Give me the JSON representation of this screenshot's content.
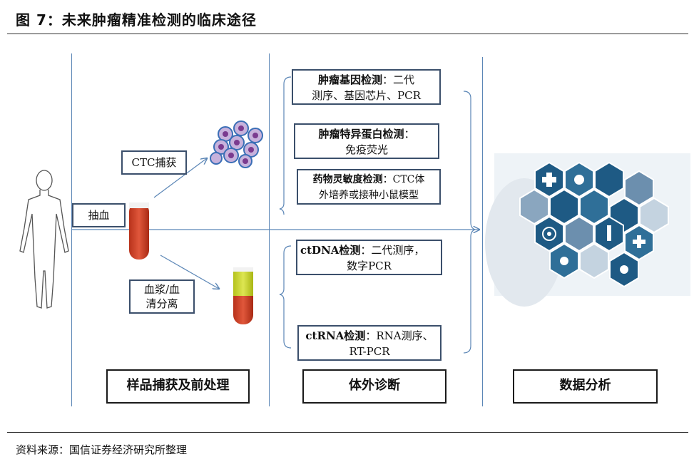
{
  "title": "图 7：未来肿瘤精准检测的临床途径",
  "left": {
    "ctc_label": "CTC捕获",
    "blood_draw_label": "抽血",
    "plasma_label_line1": "血浆/血",
    "plasma_label_line2": "清分离"
  },
  "middle": {
    "tumor_gene_title": "肿瘤基因检测",
    "tumor_gene_rest": "：二代",
    "tumor_gene_line2": "测序、基因芯片、PCR",
    "tumor_protein_title": "肿瘤特异蛋白检测",
    "tumor_protein_rest": "：",
    "tumor_protein_line2": "免疫荧光",
    "drug_title": "药物灵敏度检测",
    "drug_rest": "：CTC体",
    "drug_line2": "外培养或接种小鼠模型",
    "ctdna_title": "ctDNA检测",
    "ctdna_rest": "：二代测序，",
    "ctdna_line2": "数字PCR",
    "ctrna_title": "ctRNA检测",
    "ctrna_rest": "：RNA测序、",
    "ctrna_line2": "RT-PCR"
  },
  "bottom": {
    "stage1": "样品捕获及前处理",
    "stage2": "体外诊断",
    "stage3": "数据分析"
  },
  "source": "资料来源：国信证券经济研究所整理",
  "colors": {
    "accent_line": "#5b86b6",
    "box_border": "#3b4f6b",
    "tube_red": "#d6452a",
    "tube_yellow": "#c8d431",
    "medical_blue": "#1e5a84"
  }
}
